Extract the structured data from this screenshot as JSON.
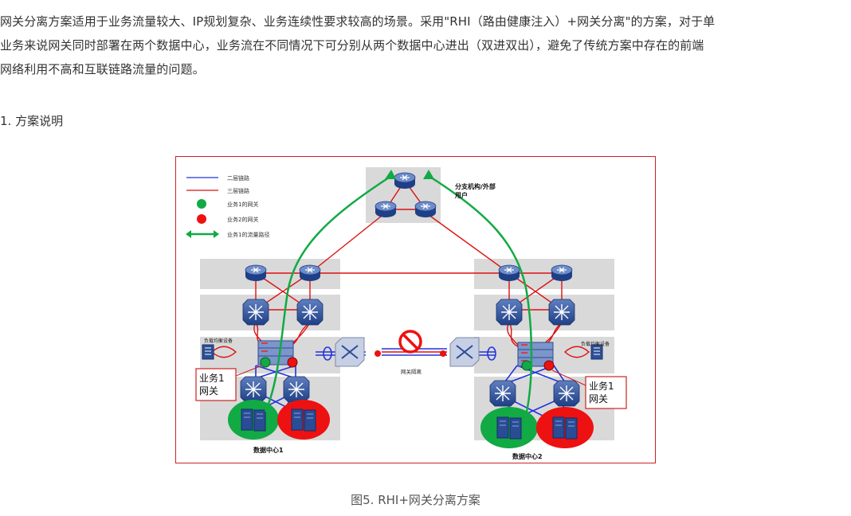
{
  "article": {
    "paragraph_lines": [
      "网关分离方案适用于业务流量较大、IP规划复杂、业务连续性要求较高的场景。采用\"RHI（路由健康注入）+网关分离\"的方案，对于单",
      "业务来说网关同时部署在两个数据中心，业务流在不同情况下可分别从两个数据中心进出（双进双出），避免了传统方案中存在的前端",
      "网络利用不高和互联链路流量的问题。"
    ],
    "section_heading": "1. 方案说明",
    "figure_caption": "图5. RHI+网关分离方案"
  },
  "diagram": {
    "legend": [
      {
        "label": "二层链路",
        "symbol": "blue-line"
      },
      {
        "label": "三层链路",
        "symbol": "red-line"
      },
      {
        "label": "业务1的网关",
        "symbol": "green-dot"
      },
      {
        "label": "业务2的网关",
        "symbol": "red-dot"
      },
      {
        "label": "业务1的流量路径",
        "symbol": "green-arrow"
      }
    ],
    "branch_label_line1": "分支机构/外部",
    "branch_label_line2": "用户",
    "lb_left_label": "负载均衡设备",
    "lb_right_label": "负载均衡设备",
    "gateway_isolation_label": "网关隔离",
    "dc1_label": "数据中心1",
    "dc2_label": "数据中心2",
    "callout_left_line1": "业务1",
    "callout_left_line2": "网关",
    "callout_right_line1": "业务1",
    "callout_right_line2": "网关",
    "colors": {
      "l2_link": "#2233dd",
      "l3_link": "#dd1111",
      "business1": "#11aa44",
      "business2": "#ee1111",
      "panel_gray": "#d9d9d9",
      "device_blue": "#2a4f9a",
      "border": "#cc2222"
    }
  }
}
